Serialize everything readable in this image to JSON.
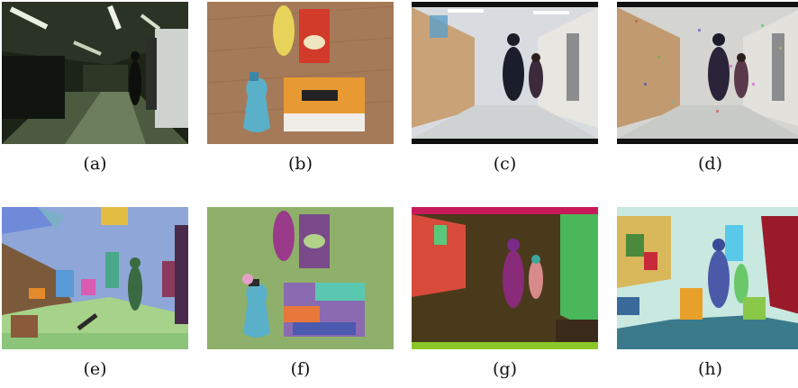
{
  "figure": {
    "panels": [
      {
        "id": "a",
        "caption": "(a)",
        "kind": "dark hallway photo"
      },
      {
        "id": "b",
        "caption": "(b)",
        "kind": "objects on wooden table photo"
      },
      {
        "id": "c",
        "caption": "(c)",
        "kind": "hallway with two people photo"
      },
      {
        "id": "d",
        "caption": "(d)",
        "kind": "noisy hallway with two people photo"
      },
      {
        "id": "e",
        "caption": "(e)",
        "kind": "segmentation of (a)"
      },
      {
        "id": "f",
        "caption": "(f)",
        "kind": "segmentation of (b)"
      },
      {
        "id": "g",
        "caption": "(g)",
        "kind": "segmentation of (c)"
      },
      {
        "id": "h",
        "caption": "(h)",
        "kind": "segmentation of (d)"
      }
    ]
  }
}
